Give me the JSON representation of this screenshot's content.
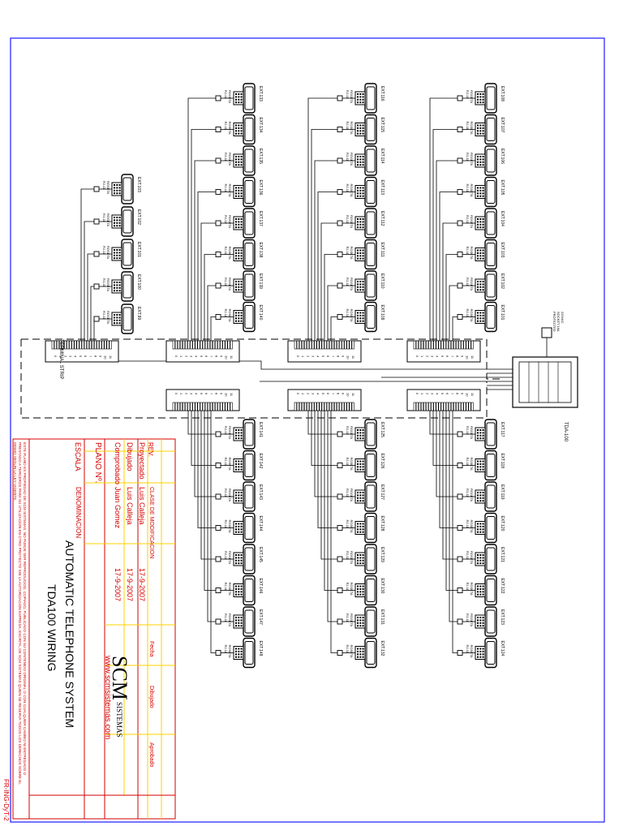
{
  "drawing": {
    "title_line1": "AUTOMATIC TELEPHONE SYSTEM",
    "title_line2": "TDA100 WIRING",
    "company": "SCM",
    "company_sub": "SISTEMAS",
    "website": "www.scmsistemas.com",
    "doc_code": "FR-ING-DyT-2",
    "pbx_label": "TDA-100",
    "terminal_strip_label": "TERMINAL STRIP",
    "power_label": "220VAC SOCKET 16A PROTECTED"
  },
  "title_block": {
    "rev_label": "REV.",
    "class_label": "CLASE DE MODIFICACION",
    "fecha_label": "Fecha",
    "dibujado_label": "Dibujado",
    "aprobado_label": "Aprobado",
    "proyectado_label": "Proyectado",
    "proyectado_name": "Luis Calleja",
    "proyectado_date": "17-9-2007",
    "dibujo_label": "Dibujado",
    "dibujo_name": "Luis Calleja",
    "dibujo_date": "17-9-2007",
    "comprobado_label": "Comprobado",
    "comprobado_name": "Juan Gomez",
    "comprobado_date": "17-9-2007",
    "plano_label": "PLANO Nº.",
    "escala_label": "ESCALA",
    "denominacion_label": "DENOMINACION",
    "disclaimer": "ESTE PLANO ES PROPIEDAD DE SCM SISTEMAS. NO PUEDE SER REPRODUCIDO, COPIADO, PUBLICADO CON SU CONTENIDO ORIGINAL O CON CUALQUIER CAMBIO NI ENTREGADO O PRESTADO A TERCEROS PARA SU UTILIZACION EN OTRO PROYECTO SIN LA AUTORIZACION EXPRESA, ESCRITA, DE SCM SISTEMAS QUIEN SE RESERVA TODOS LOS DERECHOS SOBRE EL MISMO SEGUN LA LEY VIGENTE."
  },
  "wiring": {
    "jack_label": "RJ-11",
    "rosette_label": "ROSETA"
  },
  "extensions": {
    "upper_left": [
      "EXT.103",
      "EXT.102",
      "EXT.101",
      "EXT.100",
      "EXT.99"
    ],
    "upper_mid1": [
      "EXT.133",
      "EXT.134",
      "EXT.135",
      "EXT.136",
      "EXT.137",
      "EXT.138",
      "EXT.139",
      "EXT.140"
    ],
    "upper_mid2": [
      "EXT.116",
      "EXT.115",
      "EXT.114",
      "EXT.113",
      "EXT.112",
      "EXT.111",
      "EXT.110",
      "EXT.109"
    ],
    "upper_right": [
      "EXT.108",
      "EXT.107",
      "EXT.106",
      "EXT.105",
      "EXT.104",
      "EXT.103",
      "EXT.102",
      "EXT.101"
    ],
    "lower_left": [
      "EXT.141",
      "EXT.142",
      "EXT.143",
      "EXT.144",
      "EXT.145",
      "EXT.146",
      "EXT.147",
      "EXT.148"
    ],
    "lower_mid": [
      "EXT.125",
      "EXT.126",
      "EXT.127",
      "EXT.128",
      "EXT.129",
      "EXT.130",
      "EXT.131",
      "EXT.132"
    ],
    "lower_right": [
      "EXT.117",
      "EXT.118",
      "EXT.119",
      "EXT.120",
      "EXT.121",
      "EXT.122",
      "EXT.123",
      "EXT.124"
    ]
  },
  "colors": {
    "frame": "#1a1aff",
    "title_red": "#d40000",
    "title_yellow": "#ffd200",
    "ink": "#000000"
  }
}
